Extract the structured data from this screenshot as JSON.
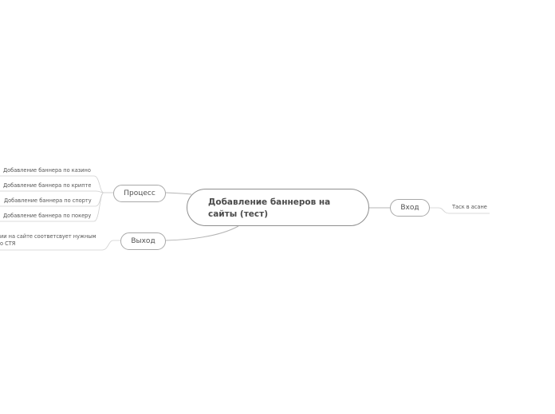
{
  "central": {
    "line1": "Добавление баннеров на",
    "line2": "сайты (тест)"
  },
  "branches": {
    "process": {
      "label": "Процесс",
      "children": [
        "Добавление баннера по казино",
        "Добавление баннера по крипте",
        "Добавление баннера по спорту",
        "Добавление баннера по покеру"
      ]
    },
    "output": {
      "label": "Выход",
      "children": [
        {
          "line1": "ии на сайте соответсвует нужным",
          "line2": "о СТЯ"
        }
      ]
    },
    "input": {
      "label": "Вход",
      "children": [
        "Таск в асане"
      ]
    }
  },
  "colors": {
    "link": "#b5b5b5",
    "border": "#8e8e8e"
  }
}
